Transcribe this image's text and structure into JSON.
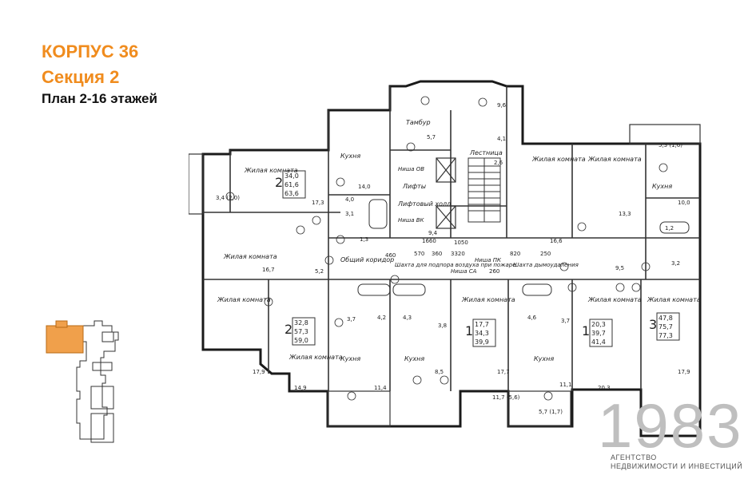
{
  "header": {
    "building": "КОРПУС 36",
    "section": "Секция 2",
    "floors": "План 2-16 этажей"
  },
  "colors": {
    "accent": "#f08c1e",
    "highlight": "#f0a04b",
    "logo_gray": "#bfbfbf"
  },
  "logo": {
    "number": "1983",
    "line1": "АГЕНТСТВО",
    "line2": "НЕДВИЖИМОСТИ И ИНВЕСТИЦИЙ"
  },
  "plan": {
    "room_living": "Жилая комната",
    "room_kitchen": "Кухня",
    "lift_hall": "Лифтовый холл",
    "tambour": "Тамбур",
    "stairs": "Лестница",
    "corridor": "Общий коридор",
    "shaft_air": "Шахта для подпора воздуха при пожаре",
    "shaft_smoke": "Шахта дымоудаления",
    "lifts": "Лифты",
    "niche_pk": "Ниша ПК",
    "niche_sa": "Ниша СА",
    "niche_vk": "Ниша ВК",
    "niche_ov": "Ниша ОВ",
    "apartments": [
      {
        "rooms": "2",
        "total": "34,0",
        "living": "61,6",
        "area": "63,6"
      },
      {
        "rooms": "2",
        "total": "32,8",
        "living": "57,3",
        "area": "59,0"
      },
      {
        "rooms": "1",
        "total": "17,7",
        "living": "34,3",
        "area": "39,9"
      },
      {
        "rooms": "1",
        "total": "20,3",
        "living": "39,7",
        "area": "41,4"
      },
      {
        "rooms": "3",
        "total": "47,8",
        "living": "75,7",
        "area": "77,3"
      }
    ],
    "areas": [
      "17,3",
      "16,7",
      "17,9",
      "14,9",
      "14,0",
      "11,4",
      "8,5",
      "17,7",
      "11,1",
      "20,3",
      "17,9",
      "13,3",
      "10,0",
      "9,5",
      "16,6",
      "5,2",
      "3,7",
      "4,2",
      "4,3",
      "3,8",
      "4,6",
      "3,7",
      "9,4",
      "2,6",
      "3,4 (2,0)",
      "5,7 (1,7)",
      "11,7 (5,6)",
      "5,3 (1,6)",
      "9,6",
      "5,7",
      "4,1",
      "4,0",
      "3,1",
      "1,3",
      "3,2",
      "1,2"
    ],
    "dims": [
      "460",
      "570",
      "360",
      "3320",
      "1050",
      "820",
      "250",
      "260",
      "1660"
    ]
  }
}
